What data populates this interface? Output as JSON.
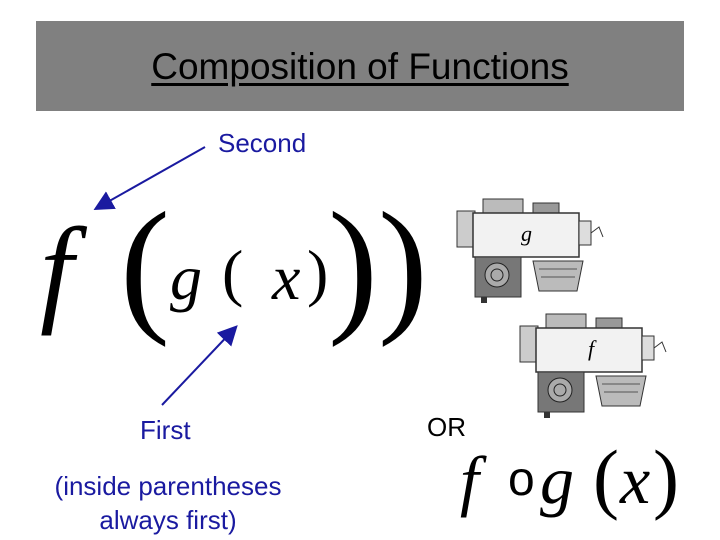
{
  "slide": {
    "title": "Composition of Functions",
    "second_label": "Second",
    "first_label": "First",
    "first_note_line1": "(inside parentheses",
    "first_note_line2": "always first)",
    "or_label": "OR"
  },
  "formula_main": {
    "outer_func": "f",
    "inner_func": "g",
    "variable": "x",
    "open_big": "(",
    "close_big": "))",
    "open_small": "(",
    "close_small": ")"
  },
  "formula_alt": {
    "outer_func": "f",
    "compose_op": "o",
    "inner_func": "g",
    "open_paren": "(",
    "variable": "x",
    "close_paren": ")"
  },
  "machines": [
    {
      "label": "g"
    },
    {
      "label": "f"
    }
  ],
  "colors": {
    "title_bg": "#808080",
    "label_blue": "#1a1aa0",
    "arrow_blue": "#1a1aa0"
  }
}
